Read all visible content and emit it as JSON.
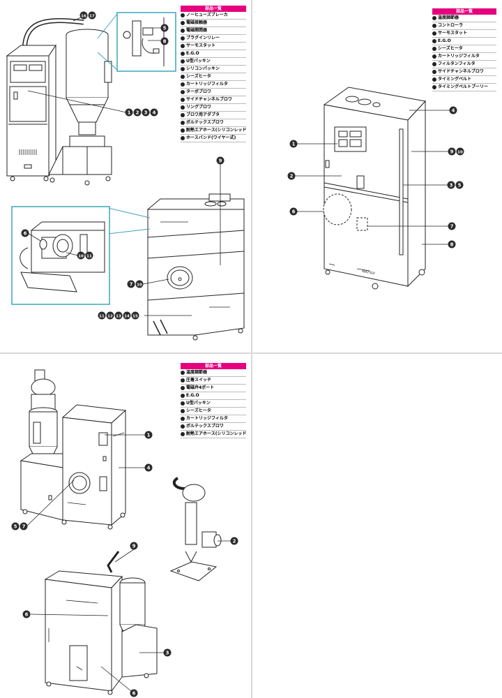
{
  "colors": {
    "accent": "#e6007e",
    "line": "#222222",
    "badge": "#2b2b2b"
  },
  "panels": {
    "p1": {
      "table_title": "部品一覧",
      "items": [
        "ノーヒューズブレーカ",
        "電磁接触器",
        "電磁開閉器",
        "プラグインリレー",
        "サーモスタット",
        "E.G.O",
        "U型パッキン",
        "シリコンパッキン",
        "シーズヒータ",
        "カートリッジフィルタ",
        "ターボブロワ",
        "サイドチャンネルブロワ",
        "リングブロワ",
        "ブロワ用アダプタ",
        "ボルテックスブロワ",
        "耐熱エアホース(シリコンレッド)",
        "ホースバンド(ワイヤー式)"
      ]
    },
    "p2": {
      "table_title": "部品一覧",
      "items": [
        "温度調節器",
        "コントローラ",
        "サーモスタット",
        "E.G.O",
        "シーズヒータ",
        "カートリッジフィルタ",
        "フィルタンフィルタ",
        "サイドチャンネルブロワ",
        "タイミングベルト",
        "タイミングベルトプーリー"
      ]
    },
    "p3": {
      "table_title": "部品一覧",
      "items": [
        "温度調節器",
        "圧着スイッチ",
        "電磁弁4ポート",
        "E.G.O",
        "U型パッキン",
        "シーズヒータ",
        "カートリッジフィルタ",
        "ボルテックスブロワ",
        "耐熱エアホース(シリコンレッド)"
      ]
    }
  },
  "callouts": {
    "p1": {
      "a": [
        "16",
        "17"
      ],
      "b": [
        "5"
      ],
      "c": [
        "8"
      ],
      "d": [
        "1",
        "2",
        "3",
        "4"
      ],
      "e": [
        "9"
      ],
      "f": [
        "6"
      ],
      "g": [
        "10",
        "11"
      ],
      "h": [
        "7",
        "10"
      ],
      "i": [
        "11",
        "12",
        "13",
        "14",
        "15"
      ]
    },
    "p2": {
      "a": [
        "4"
      ],
      "b": [
        "1"
      ],
      "c": [
        "9",
        "10"
      ],
      "d": [
        "2"
      ],
      "e": [
        "3",
        "5"
      ],
      "f": [
        "6"
      ],
      "g": [
        "7"
      ],
      "h": [
        "8"
      ]
    },
    "p3": {
      "a": [
        "1"
      ],
      "b": [
        "4"
      ],
      "c": [
        "5",
        "7"
      ],
      "d": [
        "2"
      ],
      "e": [
        "9"
      ],
      "f": [
        "6"
      ],
      "g": [
        "3"
      ],
      "h": [
        "6"
      ]
    }
  },
  "machine_labels": {
    "p2_nameplate": "MATSUI"
  }
}
